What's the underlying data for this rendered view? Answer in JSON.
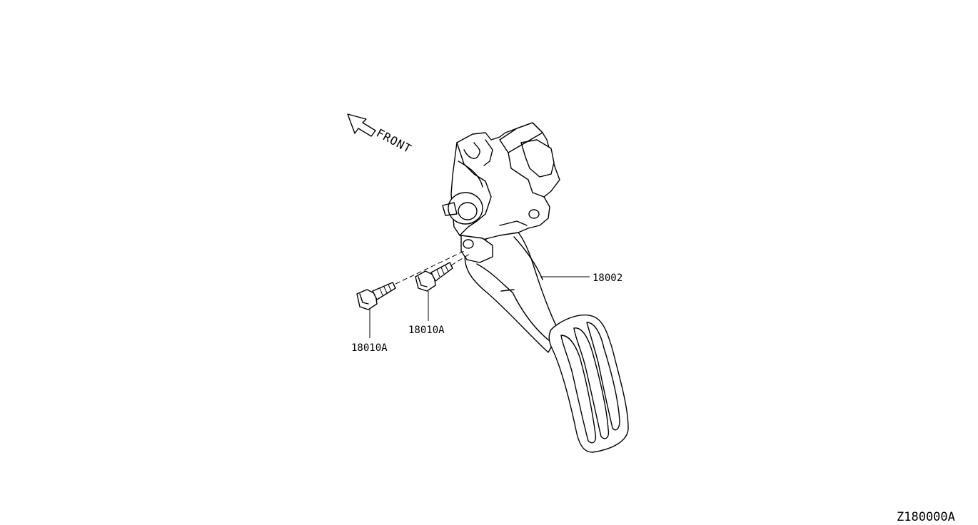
{
  "direction_label": "FRONT",
  "callouts": {
    "pedal_assembly": "18002",
    "bolt_left": "18010A",
    "bolt_right": "18010A"
  },
  "diagram_code": "Z180000A"
}
